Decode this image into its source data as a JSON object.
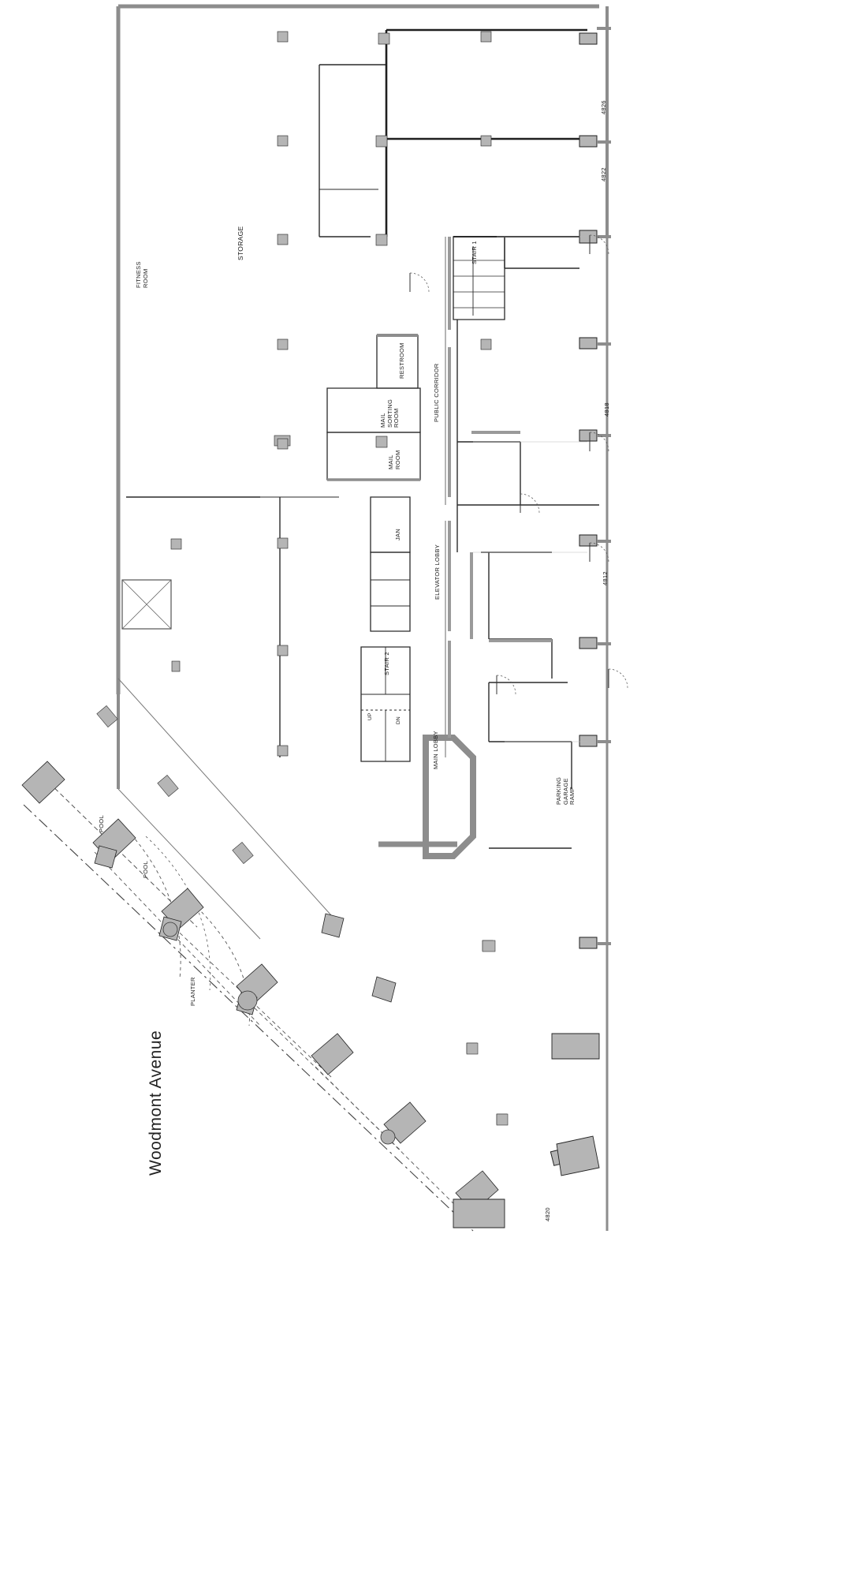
{
  "document": {
    "type": "architectural-floor-plan",
    "street_title": "Woodmont Avenue",
    "orientation_note": "plan rotated 90 degrees"
  },
  "rooms": [
    {
      "id": "storage",
      "label": "STORAGE"
    },
    {
      "id": "fitness",
      "label": "FITNESS\nROOM"
    },
    {
      "id": "restroom",
      "label": "RESTROOM"
    },
    {
      "id": "mail_sorting",
      "label": "MAIL\nSORTING\nROOM"
    },
    {
      "id": "mail_room",
      "label": "MAIL\nROOM"
    },
    {
      "id": "janitor",
      "label": "JAN"
    },
    {
      "id": "public_corridor",
      "label": "PUBLIC CORRIDOR"
    },
    {
      "id": "elevator_lobby",
      "label": "ELEVATOR LOBBY"
    },
    {
      "id": "stair_1",
      "label": "STAIR 1"
    },
    {
      "id": "stair_2",
      "label": "STAIR 2"
    },
    {
      "id": "main_lobby",
      "label": "MAIN LOBBY"
    },
    {
      "id": "parking_ramp",
      "label": "PARKING\nGARAGE\nRAMP"
    }
  ],
  "stair_markers": [
    {
      "id": "stair2_up",
      "label": "UP"
    },
    {
      "id": "stair2_dn",
      "label": "DN"
    }
  ],
  "suites": [
    {
      "id": "suite_4826",
      "label": "4826"
    },
    {
      "id": "suite_4822",
      "label": "4822"
    },
    {
      "id": "suite_4818",
      "label": "4818"
    },
    {
      "id": "suite_4812",
      "label": "4812"
    },
    {
      "id": "suite_4820",
      "label": "4820"
    }
  ],
  "site_features": [
    {
      "id": "pool_upper",
      "label": "POOL"
    },
    {
      "id": "pool_lower",
      "label": "POOL"
    },
    {
      "id": "planter",
      "label": "PLANTER"
    }
  ],
  "colors": {
    "wall_heavy": "#1f1f1f",
    "wall_light": "#9a9a9a",
    "wall_fill": "#b5b5b5",
    "glass": "#6f6f6f",
    "thin_line": "#555555",
    "hatch": "#c9c9c9",
    "text": "#1a1a1a",
    "paper": "#ffffff"
  }
}
